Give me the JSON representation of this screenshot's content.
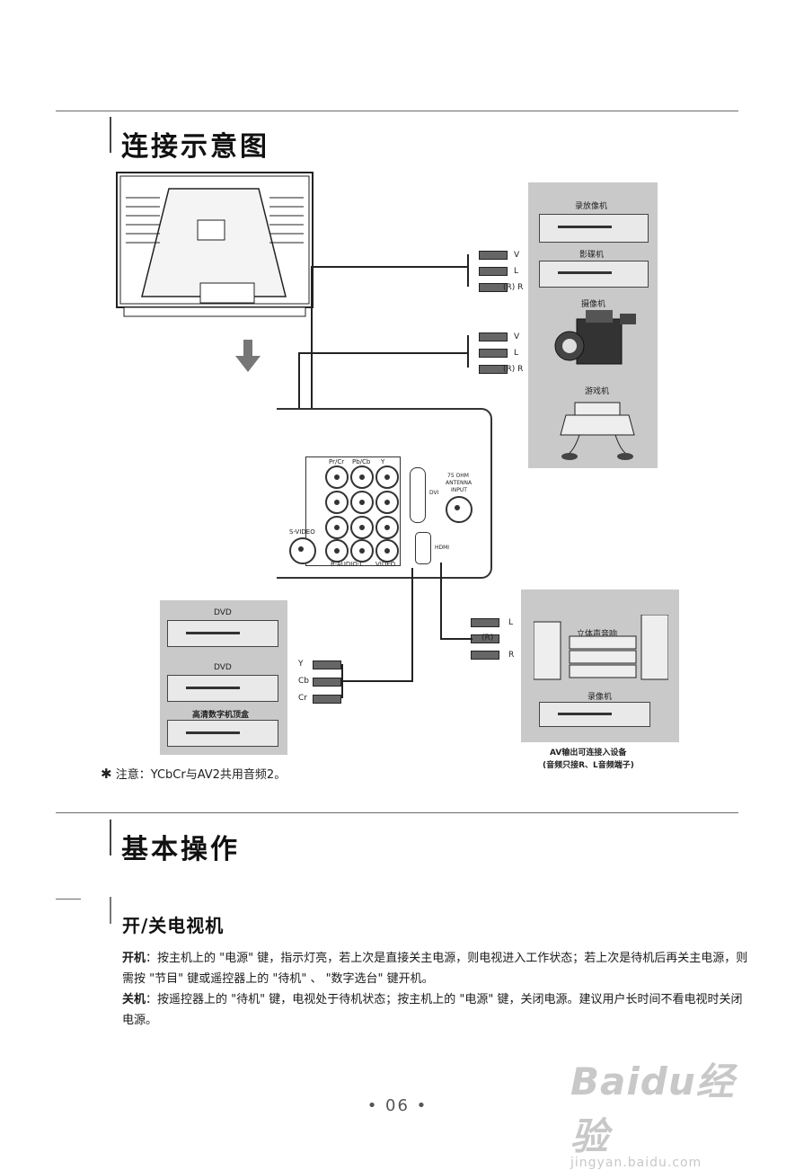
{
  "section1": {
    "title": "连接示意图"
  },
  "section2": {
    "title": "基本操作"
  },
  "subsection": {
    "title": "开/关电视机"
  },
  "diagram": {
    "devices_right_top": {
      "vcr": "录放像机",
      "dvd_player": "影碟机",
      "camcorder": "摄像机",
      "game": "游戏机"
    },
    "devices_left": {
      "dvd": "DVD",
      "dvd2": "DVD",
      "stb": "高清数字机顶盒"
    },
    "devices_right_bottom": {
      "stereo": "立体声音响",
      "recorder": "录像机",
      "caption_line1": "AV输出可连接入设备",
      "caption_line2": "(音频只接R、L音频端子)"
    },
    "cable_labels_1": [
      "V",
      "L",
      "(R) R"
    ],
    "cable_labels_2": [
      "V",
      "L",
      "(R) R"
    ],
    "cable_labels_3": [
      "L",
      "(R)",
      "R"
    ],
    "cable_labels_ycbcr": [
      "Y",
      "Cb",
      "Cr"
    ],
    "panel_labels": {
      "pr": "Pr/Cr",
      "pb": "Pb/Cb",
      "y": "Y",
      "svideo": "S-VIDEO",
      "raudio": "R-AUDIO-L",
      "video": "VIDEO",
      "antenna1": "75 OHM",
      "antenna2": "ANTENNA",
      "antenna3": "INPUT",
      "hdmi": "HDMI",
      "dvi": "DVI"
    }
  },
  "note": "注意：YCbCr与AV2共用音频2。",
  "paragraphs": {
    "on_label": "开机",
    "on_text": "：按主机上的 \"电源\" 键，指示灯亮，若上次是直接关主电源，则电视进入工作状态；若上次是待机后再关主电源，则需按 \"节目\" 键或遥控器上的 \"待机\" 、 \"数字选台\" 键开机。",
    "off_label": "关机",
    "off_text": "：按遥控器上的 \"待机\" 键，电视处于待机状态；按主机上的 \"电源\" 键，关闭电源。建议用户长时间不看电视时关闭电源。"
  },
  "page_number": "• 06 •",
  "watermark": {
    "logo": "Baidu经验",
    "url": "jingyan.baidu.com"
  }
}
